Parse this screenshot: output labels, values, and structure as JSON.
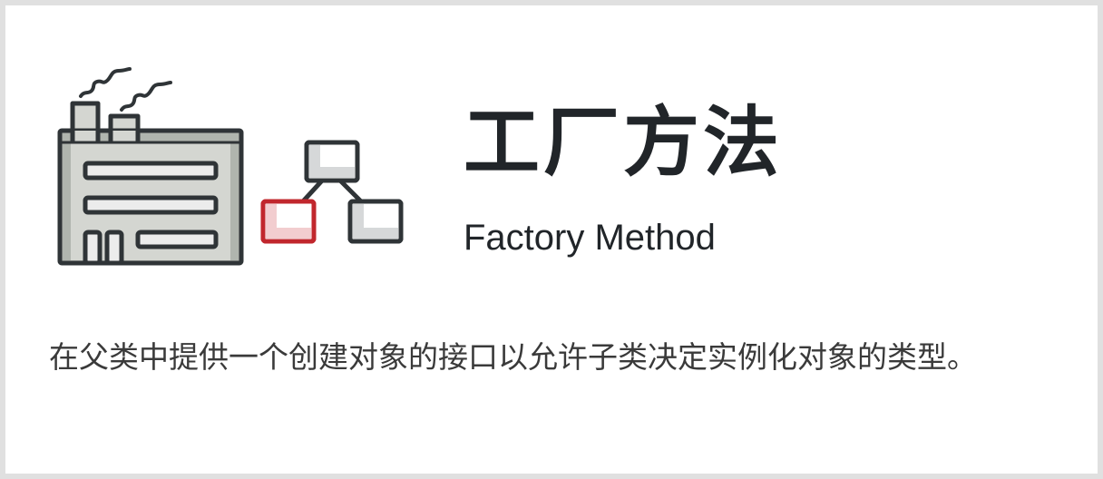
{
  "card": {
    "title": "工厂方法",
    "subtitle": "Factory Method",
    "description": "在父类中提供一个创建对象的接口以允许子类决定实例化对象的类型。"
  },
  "illustration": {
    "icons": [
      "factory-icon",
      "class-hierarchy-icon"
    ],
    "colors": {
      "outline": "#2f3437",
      "wall": "#d4d6d1",
      "wall_shade": "#b0b5ae",
      "window": "#ececec",
      "accent": "#c1272d",
      "accent_fill": "#f2cdcf",
      "box_shade": "#d6d8d9"
    }
  },
  "theme": {
    "border": "#e0e0e0",
    "text": "#212529",
    "description_text": "#3a3a3a"
  }
}
